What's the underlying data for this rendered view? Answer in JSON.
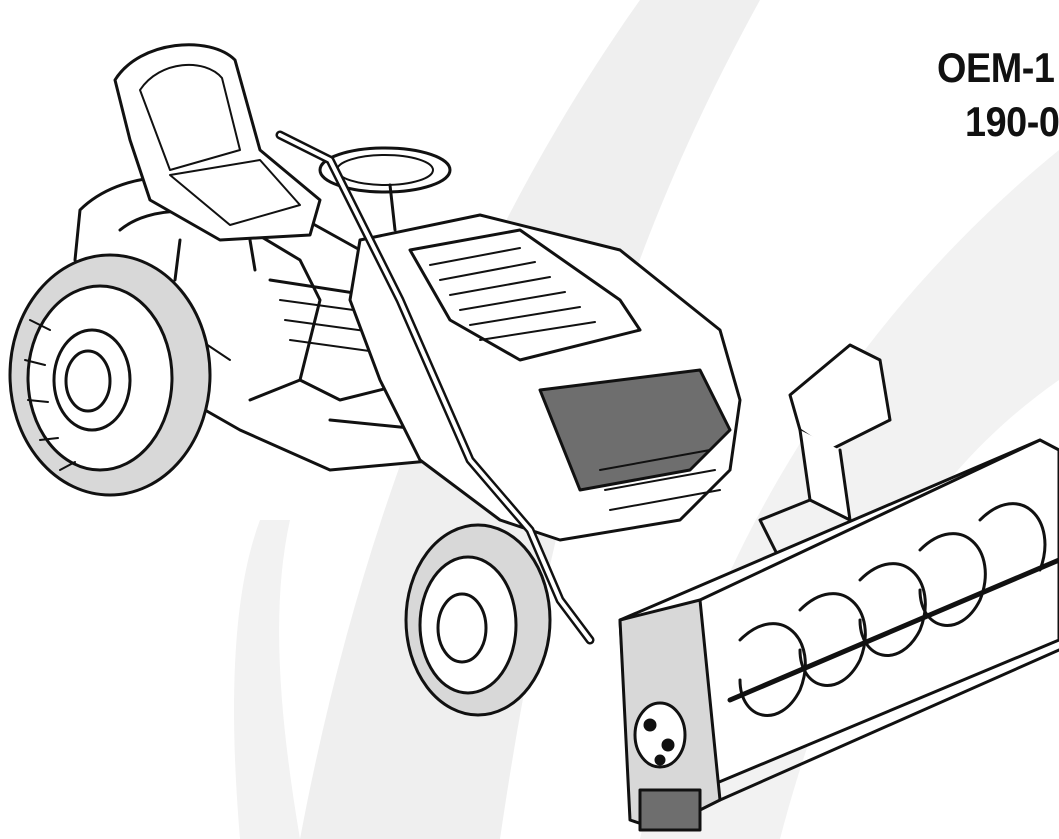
{
  "document": {
    "model_lines": [
      "OEM-1",
      "190-0"
    ],
    "illustration": "riding-tractor-with-snow-thrower-attachment"
  },
  "colors": {
    "background": "#ffffff",
    "swoosh": "#efefef",
    "line": "#111111",
    "fill_light": "#ffffff",
    "fill_gray": "#d8d8d8",
    "fill_dark": "#6e6e6e"
  }
}
